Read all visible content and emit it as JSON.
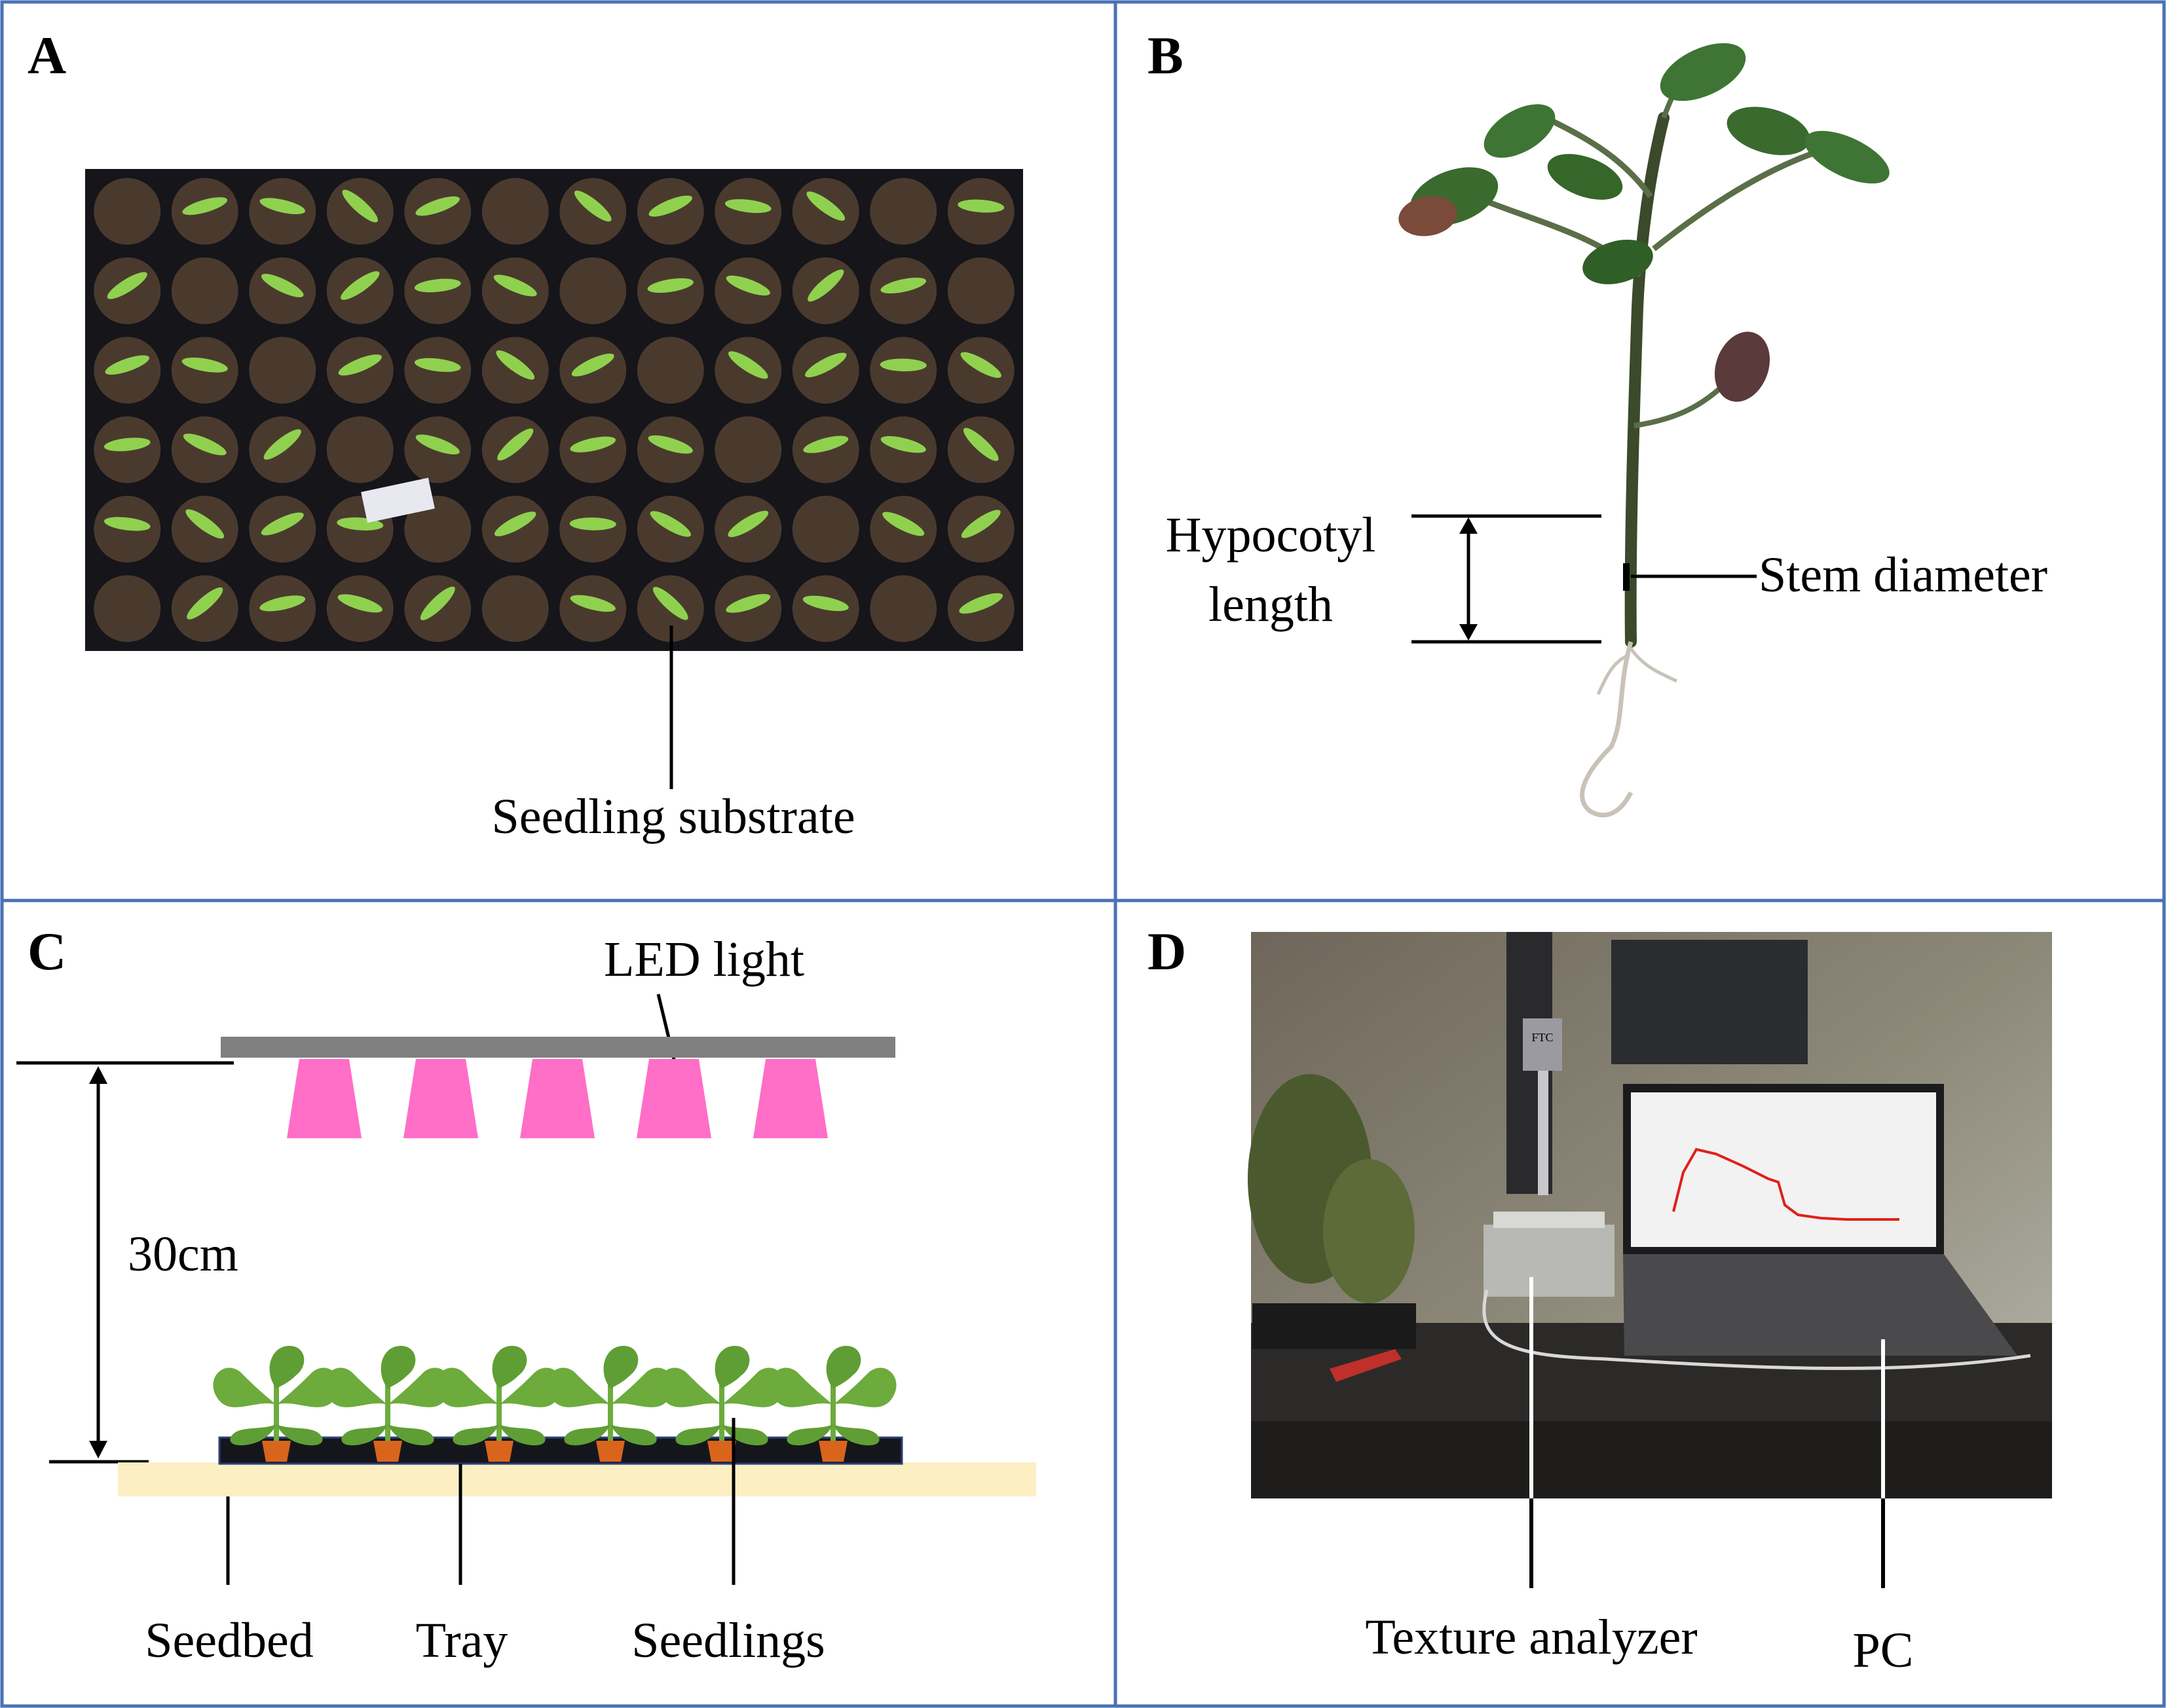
{
  "colors": {
    "panel_border": "#4a72b4",
    "led_bar": "#808080",
    "led_beam": "#ff6ec7",
    "seedbed": "#fcefc4",
    "tray": "#15161c",
    "tray_edge": "#2b3f7a",
    "pot": "#d9641c",
    "leaf": "#6cab3c",
    "leaf_dark": "#3f8a2a",
    "soil": "#4a3a2e",
    "seedling_leaf": "#8fd14f"
  },
  "panels": {
    "a": {
      "letter": "A",
      "photo": {
        "rows": 6,
        "cols": 12
      },
      "label": "Seedling substrate"
    },
    "b": {
      "letter": "B",
      "label_hypocotyl_line1": "Hypocotyl",
      "label_hypocotyl_line2": "length",
      "label_stem": "Stem diameter"
    },
    "c": {
      "letter": "C",
      "label_led": "LED light",
      "label_height": "30cm",
      "label_seedbed": "Seedbed",
      "label_tray": "Tray",
      "label_seedlings": "Seedlings",
      "seedling_count": 6,
      "beam_count": 5
    },
    "d": {
      "letter": "D",
      "label_analyzer": "Texture analyzer",
      "label_pc": "PC",
      "screen_brand": "FTC"
    }
  }
}
